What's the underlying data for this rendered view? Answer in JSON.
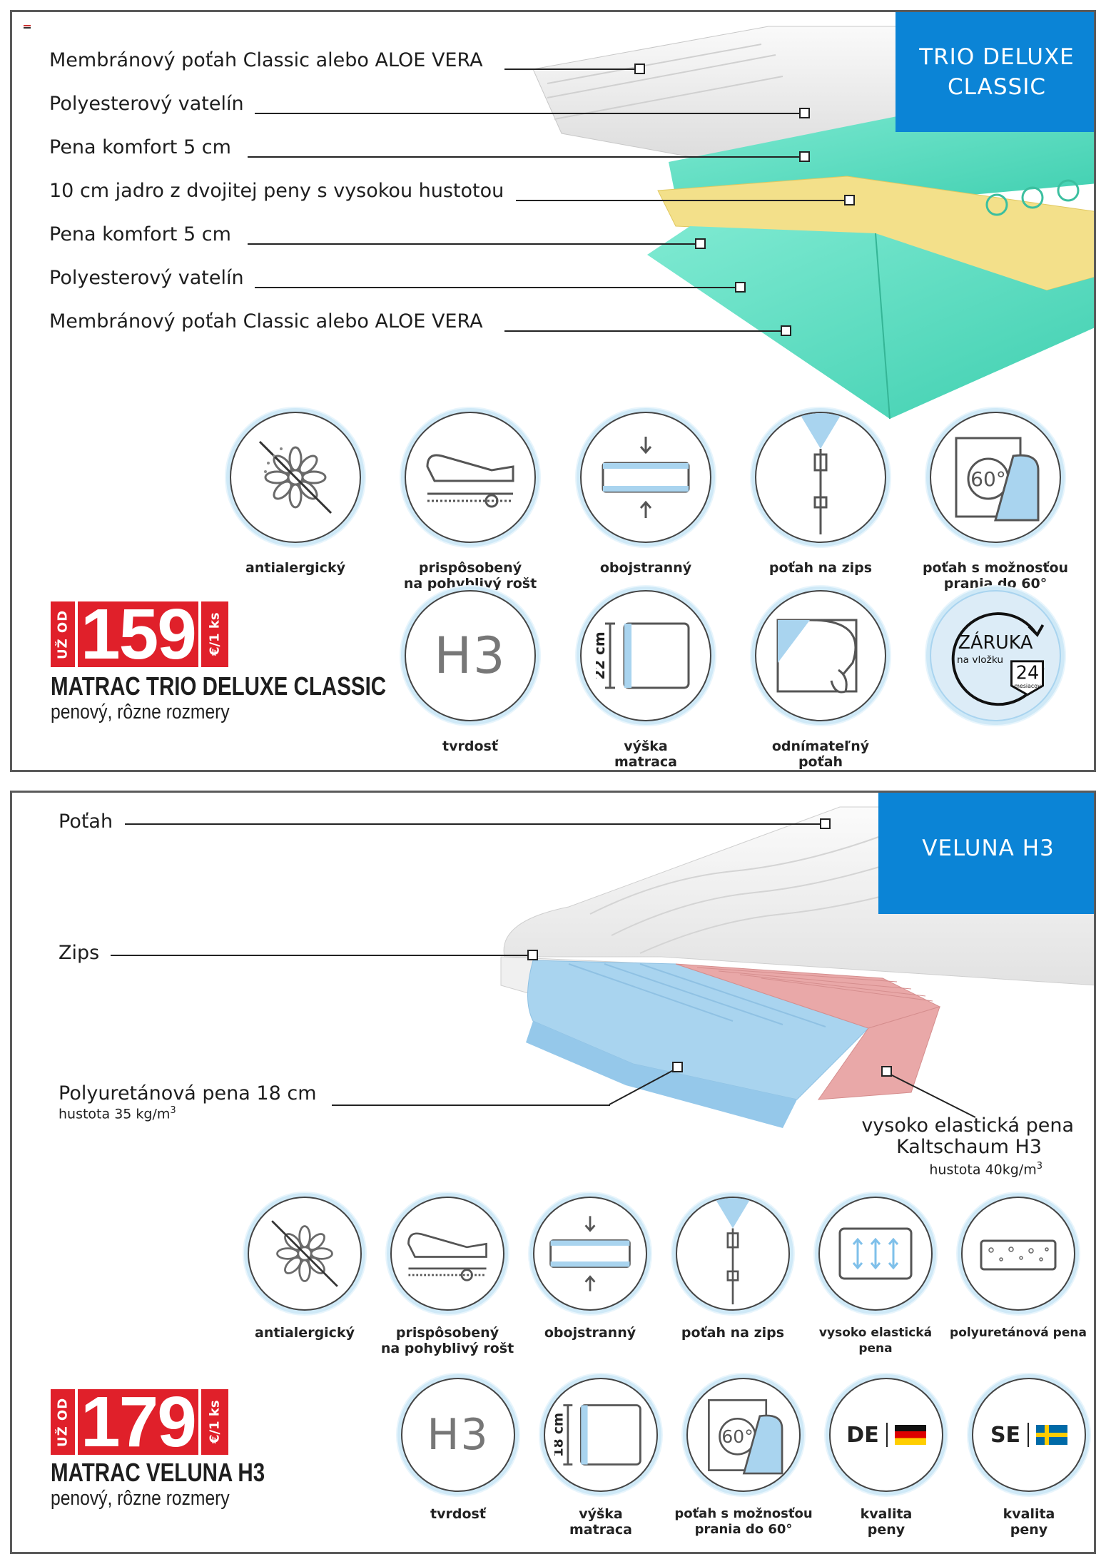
{
  "panel1": {
    "badge": [
      "TRIO DELUXE",
      "CLASSIC"
    ],
    "layers": [
      "Membránový poťah Classic alebo ALOE VERA",
      "Polyesterový vatelín",
      "Pena komfort 5 cm",
      "10 cm jadro z dvojitej peny s vysokou hustotou",
      "Pena komfort 5 cm",
      "Polyesterový vatelín",
      "Membránový poťah Classic alebo ALOE VERA"
    ],
    "features_row1": [
      {
        "icon": "allergy-free-flower-icon",
        "label": [
          "antialergický"
        ]
      },
      {
        "icon": "adjustable-bed-icon",
        "label": [
          "prispôsobený",
          "na pohyblivý rošt"
        ]
      },
      {
        "icon": "double-sided-icon",
        "label": [
          "obojstranný"
        ]
      },
      {
        "icon": "zipper-icon",
        "label": [
          "poťah na zips"
        ]
      },
      {
        "icon": "washing-60-icon",
        "label": [
          "poťah s možnosťou",
          "prania do 60°"
        ],
        "icon_text": "60°"
      }
    ],
    "features_row2": [
      {
        "icon": "hardness-icon",
        "label": [
          "tvrdosť"
        ],
        "icon_text": "H3"
      },
      {
        "icon": "height-icon",
        "label": [
          "výška",
          "matraca"
        ],
        "icon_text": "22 cm"
      },
      {
        "icon": "removable-cover-icon",
        "label": [
          "odnímateľný",
          "poťah"
        ]
      }
    ],
    "warranty": {
      "title": "ZÁRUKA",
      "sub": "na vložku",
      "number": "24",
      "unit": "mesiacov"
    },
    "price": {
      "prefix": "UŽ OD",
      "value": "159",
      "unit": "€/1 ks"
    },
    "product_title": "MATRAC TRIO DELUXE CLASSIC",
    "product_sub": "penový, rôzne rozmery"
  },
  "panel2": {
    "badge": "VELUNA H3",
    "callouts": {
      "cover": "Poťah",
      "zip": "Zips",
      "pu_foam": "Polyuretánová pena 18 cm",
      "pu_density": "hustota 35 kg/m",
      "pu_density_sup": "3",
      "elastic1": "vysoko elastická pena",
      "elastic2": "Kaltschaum H3",
      "elastic_density": "hustota 40kg/m",
      "elastic_density_sup": "3"
    },
    "features_row1": [
      {
        "icon": "allergy-free-flower-icon",
        "label": [
          "antialergický"
        ]
      },
      {
        "icon": "adjustable-bed-icon",
        "label": [
          "prispôsobený",
          "na pohyblivý rošt"
        ]
      },
      {
        "icon": "double-sided-icon",
        "label": [
          "obojstranný"
        ]
      },
      {
        "icon": "zipper-icon",
        "label": [
          "poťah na zips"
        ]
      },
      {
        "icon": "elastic-foam-icon",
        "label": [
          "vysoko elastická",
          "pena"
        ]
      },
      {
        "icon": "pu-foam-icon",
        "label": [
          "polyuretánová pena"
        ]
      }
    ],
    "features_row2": [
      {
        "icon": "hardness-icon",
        "label": [
          "tvrdosť"
        ],
        "icon_text": "H3"
      },
      {
        "icon": "height-icon",
        "label": [
          "výška",
          "matraca"
        ],
        "icon_text": "18 cm"
      },
      {
        "icon": "washing-60-icon",
        "label": [
          "poťah s možnosťou",
          "prania do 60°"
        ],
        "icon_text": "60°"
      },
      {
        "icon": "germany-flag-icon",
        "label": [
          "kvalita",
          "peny"
        ],
        "icon_text": "DE"
      },
      {
        "icon": "sweden-flag-icon",
        "label": [
          "kvalita",
          "peny"
        ],
        "icon_text": "SE"
      }
    ],
    "price": {
      "prefix": "UŽ OD",
      "value": "179",
      "unit": "€/1 ks"
    },
    "product_title": "MATRAC VELUNA H3",
    "product_sub": "penový, rôzne rozmery"
  },
  "colors": {
    "accent_blue": "#0b84d6",
    "price_red": "#e0202a",
    "foam_mint": "#5fe0c4",
    "foam_yellow": "#f3e08a",
    "foam_blue": "#a9d4ef",
    "foam_pink": "#e9a8a8"
  }
}
